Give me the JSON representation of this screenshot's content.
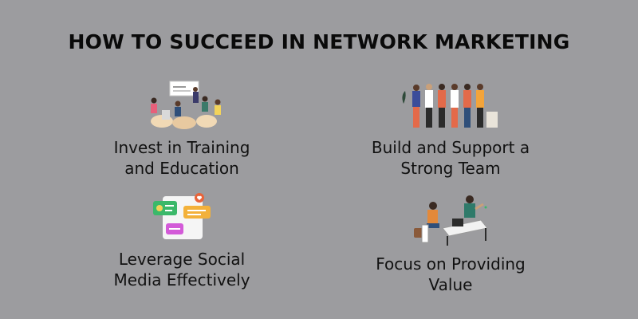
{
  "title": "HOW TO SUCCEED IN NETWORK MARKETING",
  "tips": [
    {
      "line1": "Invest in Training",
      "line2": "and Education",
      "icon": "training-class-illustration"
    },
    {
      "line1": "Build and Support a",
      "line2": "Strong Team",
      "icon": "team-illustration"
    },
    {
      "line1": "Leverage Social",
      "line2": "Media Effectively",
      "icon": "social-media-chat-illustration"
    },
    {
      "line1": "Focus on Providing",
      "line2": "Value",
      "icon": "meeting-desk-illustration"
    }
  ]
}
